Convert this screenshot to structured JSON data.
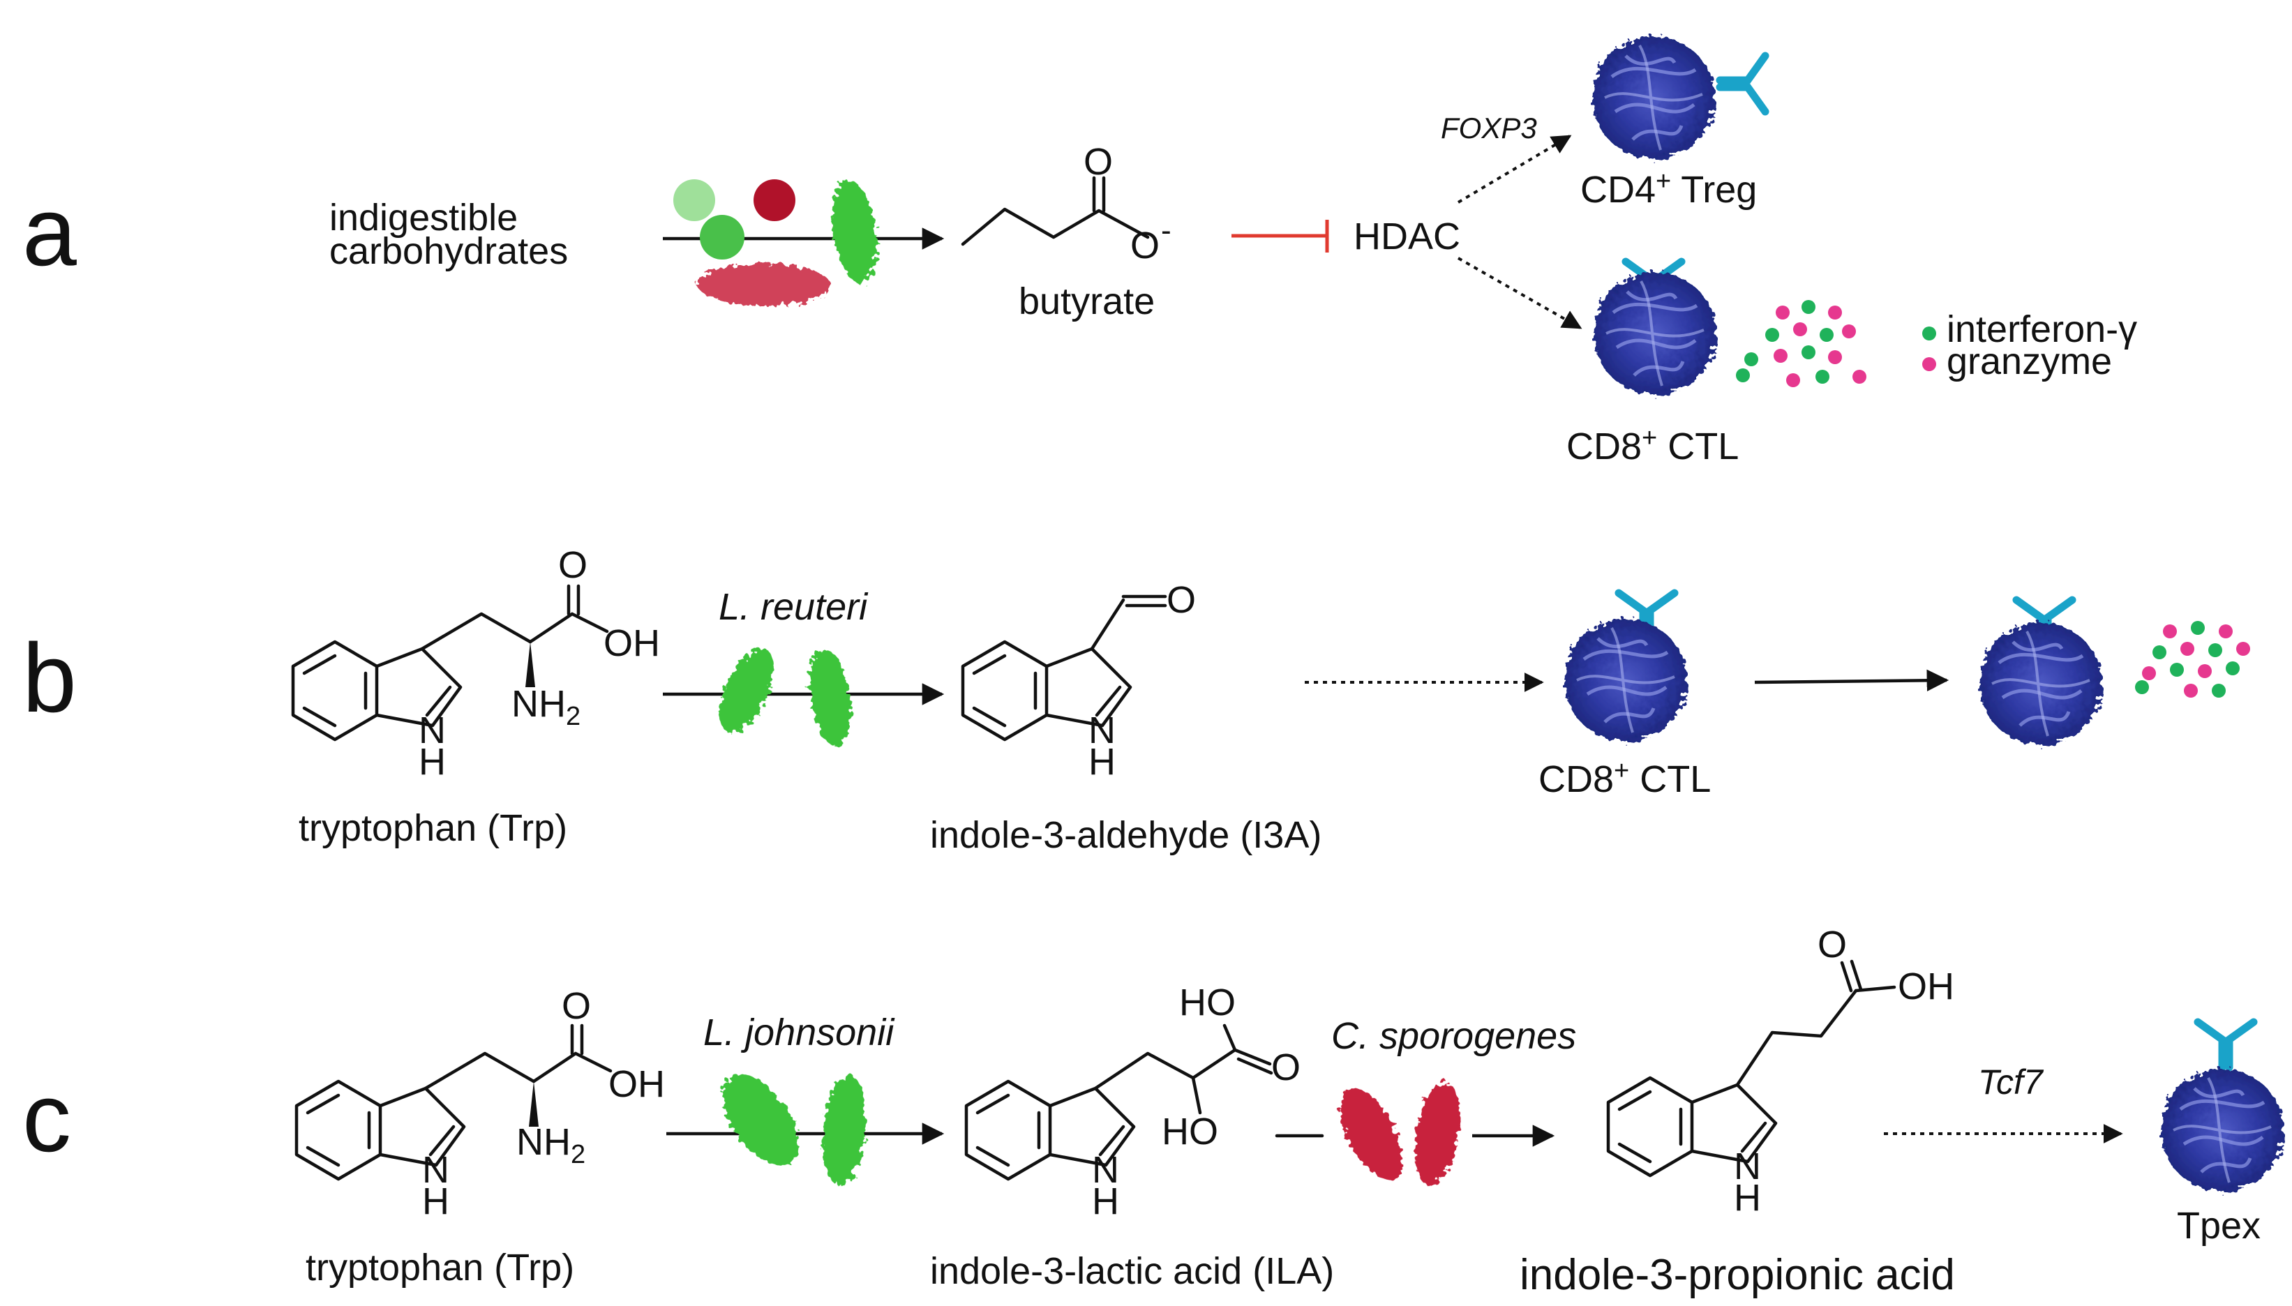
{
  "panels": {
    "a": {
      "letter": "a",
      "input_label_line1": "indigestible",
      "input_label_line2": "carbohydrates",
      "product_label": "butyrate",
      "oxygen_carbonyl": "O",
      "oxygen_anion": "O",
      "charge": "-",
      "target_label": "HDAC",
      "gene_label": "FOXP3",
      "treg_label": "CD4",
      "treg_sup": "+",
      "treg_suffix": " Treg",
      "ctl_label": "CD8",
      "ctl_sup": "+",
      "ctl_suffix": " CTL",
      "legend": [
        {
          "label": "interferon-γ",
          "color": "#1fb25a"
        },
        {
          "label": "granzyme",
          "color": "#e6388f"
        }
      ]
    },
    "b": {
      "letter": "b",
      "substrate_label": "tryptophan (Trp)",
      "bacterium_label": "L. reuteri",
      "product_label": "indole-3-aldehyde (I3A)",
      "ctl_label": "CD8",
      "ctl_sup": "+",
      "ctl_suffix": " CTL",
      "atoms": {
        "O": "O",
        "OH": "OH",
        "NH2": "NH",
        "sub2": "2",
        "N": "N",
        "H": "H"
      }
    },
    "c": {
      "letter": "c",
      "substrate_label": "tryptophan (Trp)",
      "bacterium1_label": "L. johnsonii",
      "intermediate_label": "indole-3-lactic acid (ILA)",
      "bacterium2_label": "C. sporogenes",
      "product_label": "indole-3-propionic acid",
      "gene_label": "Tcf7",
      "cell_label": "Tpex",
      "atoms": {
        "O": "O",
        "OH": "OH",
        "HO": "HO",
        "NH2": "NH",
        "sub2": "2",
        "N": "N",
        "H": "H"
      }
    }
  },
  "colors": {
    "cell_blue": "#2f3aa5",
    "receptor": "#1aa3c9",
    "inhibition": "#e03a2f",
    "bacterium_green": "#3ec43a",
    "bacterium_red": "#c8213d",
    "light_green": "#9fe09a",
    "dark_red": "#b0122a"
  }
}
